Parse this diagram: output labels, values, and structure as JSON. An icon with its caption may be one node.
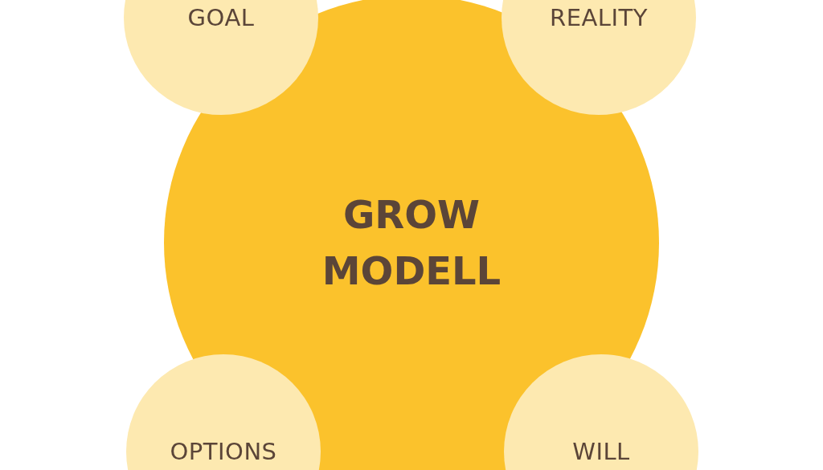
{
  "diagram": {
    "nodes": [
      {
        "text": [
          "GOAL"
        ]
      },
      {
        "text": [
          "REALITY"
        ]
      },
      {
        "text": [
          "GROW MODELL"
        ]
      },
      {
        "text": [
          "OPTIONS"
        ]
      },
      {
        "text": [
          "WILL"
        ]
      }
    ],
    "edges": []
  }
}
